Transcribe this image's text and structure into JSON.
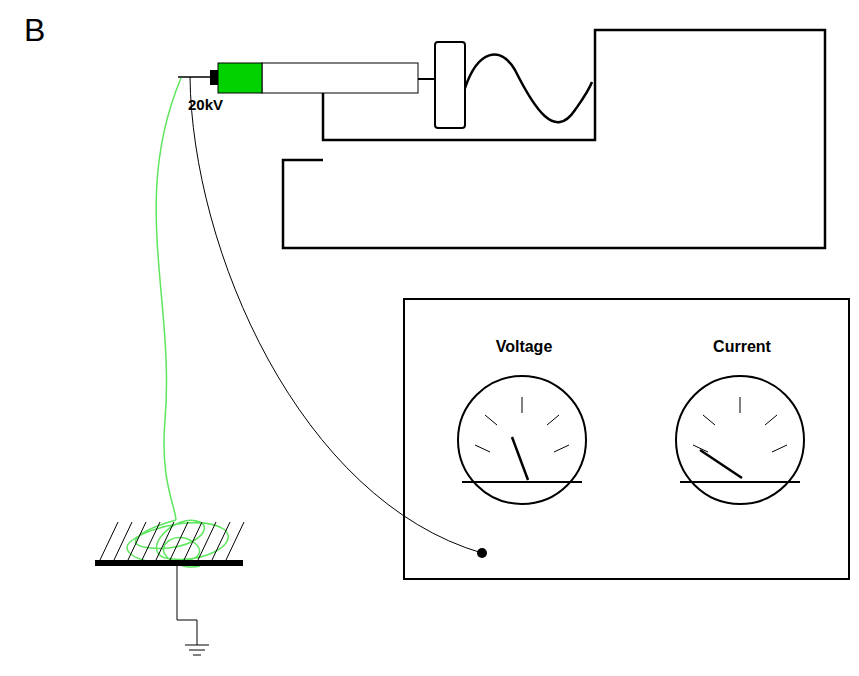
{
  "diagram": {
    "nodes": [
      {
        "text": [
          "Voltage",
          "Current"
        ]
      }
    ],
    "labels": [
      "B",
      "20kV"
    ]
  }
}
